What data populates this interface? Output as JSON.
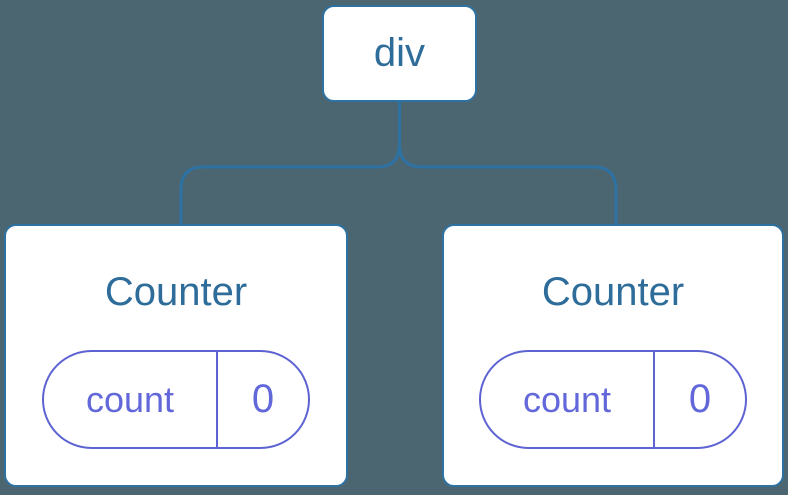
{
  "colors": {
    "background": "#4c6671",
    "card_background": "#ffffff",
    "tree_stroke": "#2e72a3",
    "node_text": "#2e6c99",
    "state_accent_text": "#6268d9",
    "state_accent_border": "#5d63d2"
  },
  "tree": {
    "root": {
      "label": "div"
    },
    "children": [
      {
        "title": "Counter",
        "state": {
          "key": "count",
          "value": "0"
        }
      },
      {
        "title": "Counter",
        "state": {
          "key": "count",
          "value": "0"
        }
      }
    ]
  }
}
